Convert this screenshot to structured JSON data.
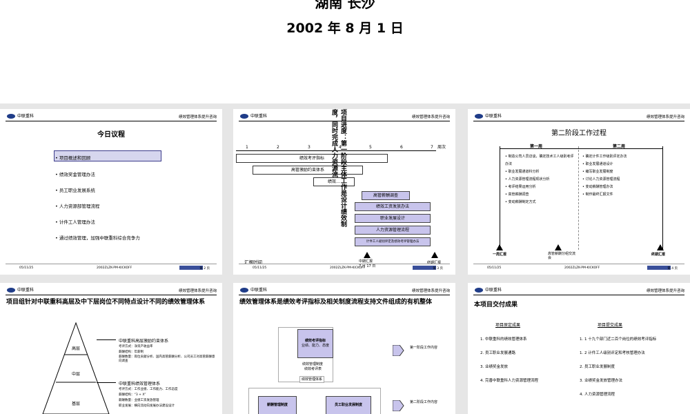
{
  "cover": {
    "location": "湖南 长沙",
    "date": "2002 年 8 月 1 日"
  },
  "common": {
    "company": "中联重科",
    "project": "绩效管理体系提升咨询",
    "date": "05/11/25",
    "doc": "2002ZLZK-PM-KICKOFF"
  },
  "s1": {
    "title": "今日议程",
    "items": [
      "• 项目概述和回顾",
      "• 绩效奖金管理办法",
      "• 员工职业发展系统",
      "• 人力资源部管理流程",
      "• 计件工人管理办法",
      "• 通过绩效管理，加强中联重科综合竞争力"
    ],
    "page": "第 2 页"
  },
  "s2": {
    "weeks": [
      "1",
      "2",
      "3",
      "4",
      "5",
      "6",
      "7"
    ],
    "week_unit": "周次",
    "vertical": "项目进度：第一阶段主体工作是设计绩效制度，同时完成人力资源流",
    "bars": [
      "绩效考评指标",
      "高管激励约束体系",
      "绩效…",
      "高管薪酬调查",
      "绩效工资发放办法",
      "职业发展设计",
      "人力资源管理流程",
      "计件工人级别评定及绩效考评管理办法"
    ],
    "report": "汇报时间",
    "m1": "中期汇报",
    "m1d": "7 月 17 日",
    "m2": "终期汇报",
    "page": "第 3 页"
  },
  "s3": {
    "title": "第二阶段工作过程",
    "w1": "第一周",
    "w2": "第二周",
    "c1": [
      "• 制造公司人员访谈，确定技术工人级别考评办法",
      "• 职业发展通道科分析",
      "• 人力资源管理流程现状分析",
      "• 考评结果运用分析",
      "• 高管薪酬调查",
      "• 变动薪酬制定方式"
    ],
    "c2": [
      "• 确定计件工作级别评定办法",
      "• 职业发展通道设计",
      "• 编写职业发展制度",
      "• 讨论人力资源管理流程",
      "• 变动薪酬管理办法",
      "• 制作最终汇报文件"
    ],
    "m1": "一周汇报",
    "m2": "高管薪酬分组交流会",
    "m3": "终期汇报",
    "page": "第 4 页"
  },
  "s4": {
    "title": "项目组针对中联重科高层及中下层岗位不同特点设计不同的绩效管理体系",
    "levels": [
      "高层",
      "中层",
      "基层"
    ],
    "t1": "中联重科高层激励约束体系",
    "l1": [
      "考评方式：净资产收益率",
      "薪酬结构：年薪制",
      "薪酬数量：岗位贡献分析、国内高管薪酬分析、公司员工对高管薪酬意向调查"
    ],
    "t2": "中联重科绩效管理体系",
    "l2": [
      "考评方式：工作业绩、工作能力、工作态度",
      "薪酬结构：“3 + X”",
      "薪酬数量：业绩工资发放管理",
      "职业发展：横向流动向发展办法建设设计"
    ]
  },
  "s5": {
    "title": "绩效管理体系是绩效考评指标及相关制度流程支持文件组成的有机整体",
    "box": "绩效考评指标",
    "boxsub": "业绩、能力、态度",
    "txt1": "绩效管理制度",
    "txt2": "绩效考评表",
    "frame": "绩效管理体系",
    "b1": "薪酬管理制度",
    "b2": "员工职业发展制度",
    "p1": "第一阶段工作内容",
    "p2": "第二阶段工作内容"
  },
  "s6": {
    "title": "本项目交付成果",
    "h1": "项目原定成果",
    "h2": "项目提交成果",
    "left": [
      "1.  中联重科的绩效管理体系",
      "2.  员工职业发展通路",
      "3.  业绩奖金发放",
      "4.  完善中联重科人力资源管理流程"
    ],
    "right": [
      "1. 1  十九个部门近二百个岗位的绩效考评指标",
      "1. 2  计件工人级别评定和考核管理办法",
      "2.  员工职业发展制度",
      "3.  业绩奖金发放管理办法",
      "4.  人力资源管理流程"
    ]
  }
}
